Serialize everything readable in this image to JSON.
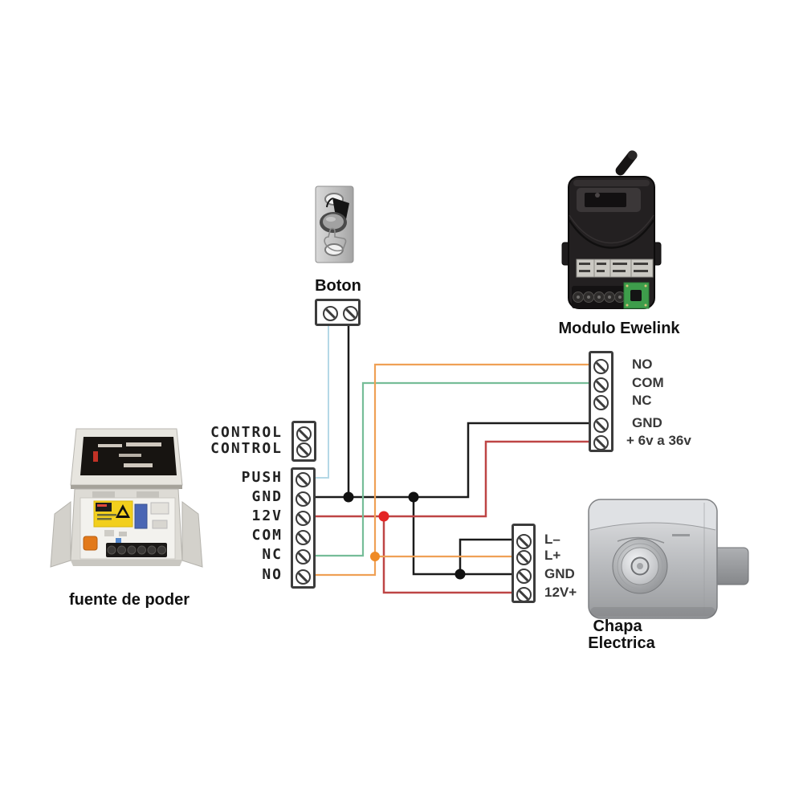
{
  "titles": {
    "boton": "Boton",
    "modulo": "Modulo Ewelink",
    "fuente": "fuente de poder",
    "chapa1": "Chapa",
    "chapa2": "Electrica"
  },
  "blocks": {
    "control": {
      "labels": [
        "CONTROL",
        "CONTROL"
      ]
    },
    "psu": {
      "labels": [
        "PUSH",
        "GND",
        "12V",
        "COM",
        "NC",
        "NO"
      ]
    },
    "ewelink": {
      "labels": [
        "NO",
        "COM",
        "NC",
        "GND",
        "+ 6v a 36v"
      ]
    },
    "chapa": {
      "labels": [
        "L–",
        "L+",
        "GND",
        "12V+"
      ]
    }
  },
  "colors": {
    "wire_black": "#1b1b1b",
    "wire_red": "#be4545",
    "wire_green": "#76bd98",
    "wire_orange": "#efa055",
    "wire_blue": "#b4d8e6",
    "dot_black": "#111111",
    "dot_red": "#e42525",
    "dot_orange": "#ef8b26"
  }
}
